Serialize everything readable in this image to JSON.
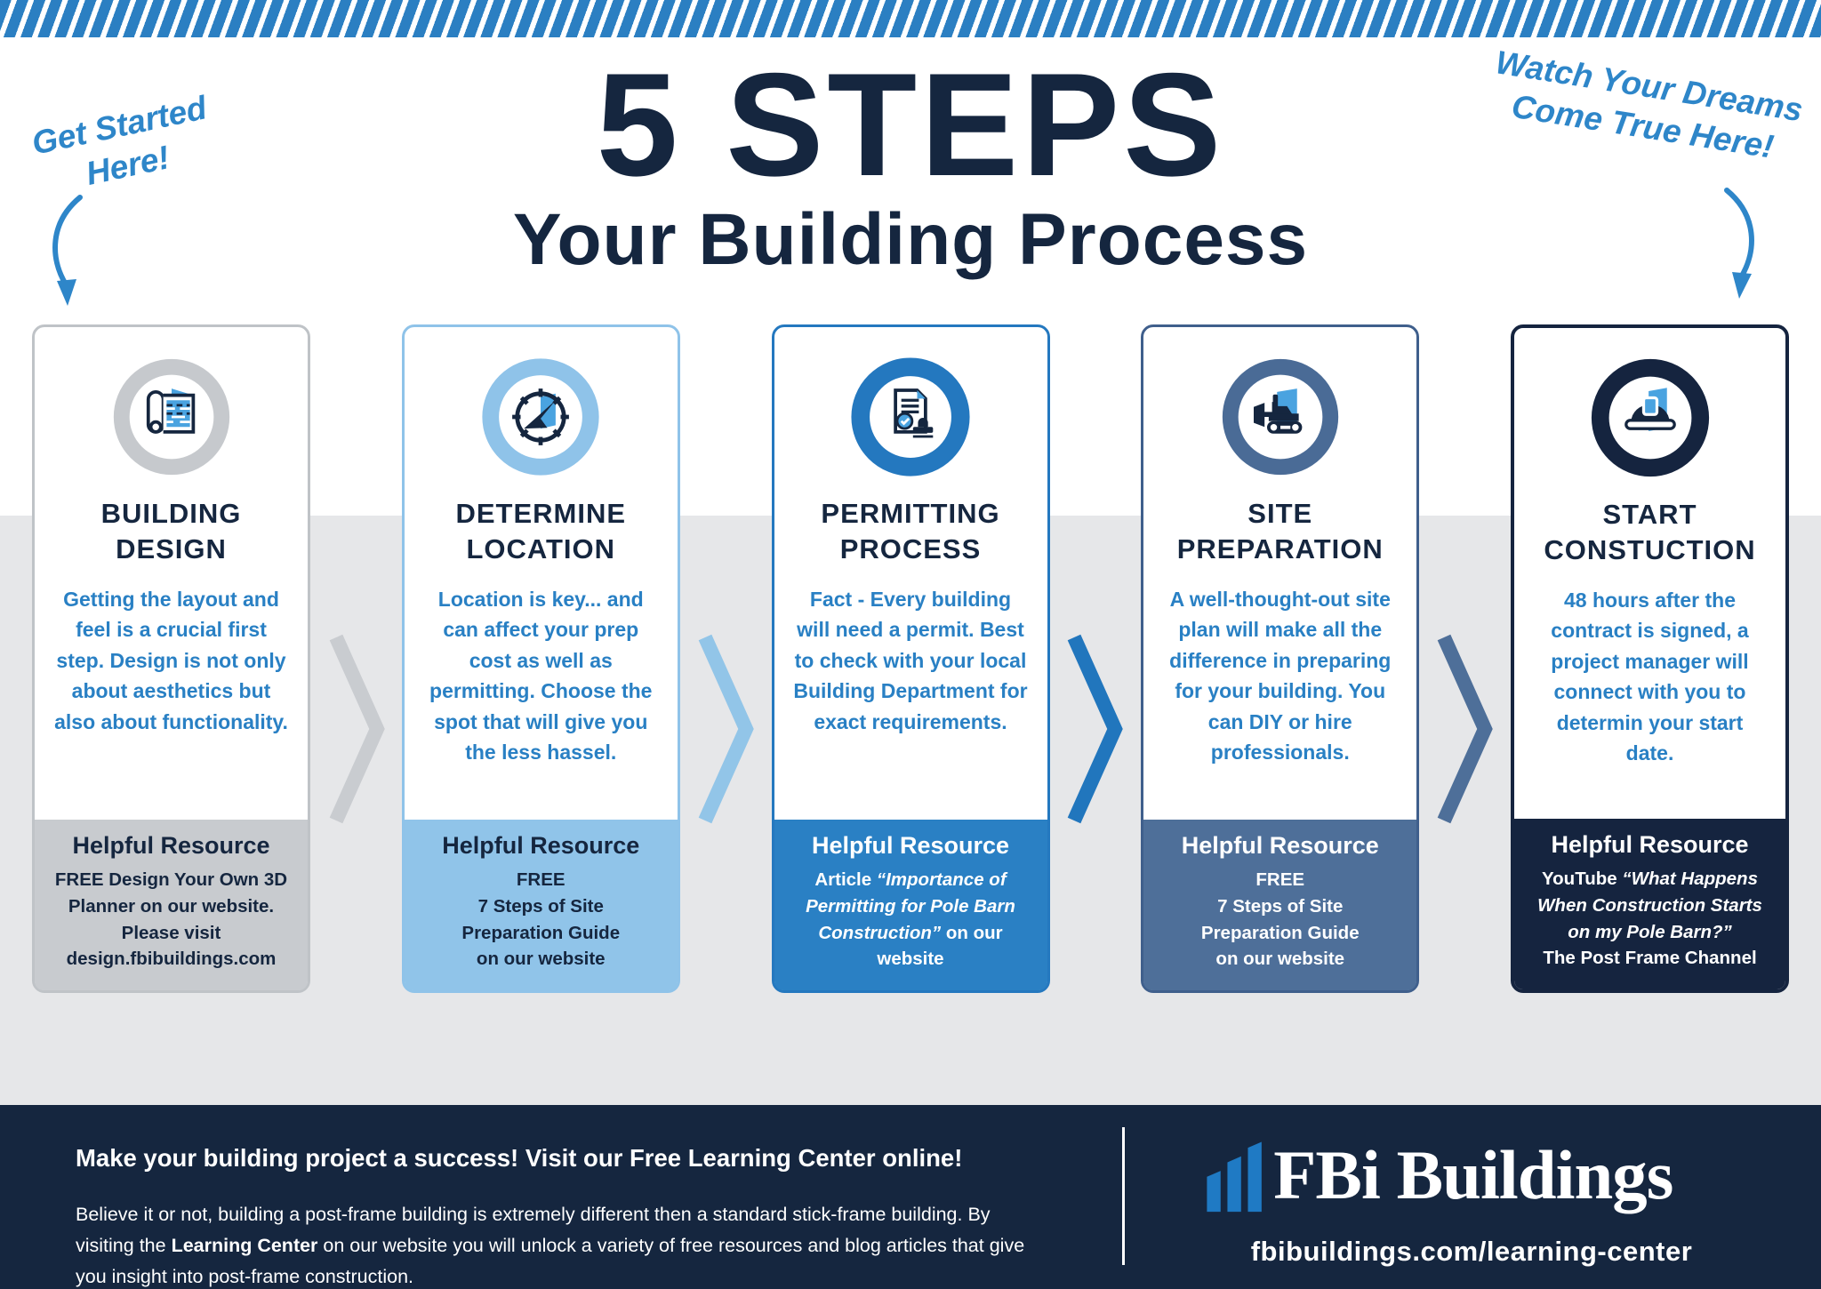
{
  "title": {
    "main": "5 STEPS",
    "subtitle": "Your Building Process"
  },
  "annotations": {
    "left": {
      "line1": "Get Started",
      "line2": "Here!"
    },
    "right": {
      "line1": "Watch Your Dreams",
      "line2": "Come True Here!"
    }
  },
  "colors": {
    "stripe_blue": "#2B7FC2",
    "navy": "#15263F",
    "body_text_blue": "#2980C4",
    "annotation_blue": "#2E86C9",
    "gray_band": "#E6E7E9",
    "icon_accent_blue": "#4AA3E0",
    "logo_bar_blue": "#1F7AC4"
  },
  "steps": [
    {
      "title": "BUILDING DESIGN",
      "body": "Getting the layout and feel is a crucial first step. Design is not only about aesthetics but also about functionality.",
      "resource_heading": "Helpful Resource",
      "resource_lines": [
        "FREE Design Your Own 3D",
        "Planner on our website.",
        "Please visit",
        "design.fbibuildings.com"
      ],
      "icon": "blueprint-icon",
      "colors": {
        "border": "#BFC3C7",
        "ring": "#C6C9CD",
        "footer_bg": "#C8CBCF",
        "footer_text": "#15263F"
      }
    },
    {
      "title": "DETERMINE LOCATION",
      "body": "Location is key... and can affect your prep cost as well as permitting. Choose the spot that will give you the less hassel.",
      "resource_heading": "Helpful Resource",
      "resource_lines": [
        "FREE",
        "7 Steps of Site",
        "Preparation Guide",
        "on our website"
      ],
      "icon": "compass-icon",
      "colors": {
        "border": "#8FC3E9",
        "ring": "#8FC3E9",
        "footer_bg": "#90C4E9",
        "footer_text": "#15263F"
      }
    },
    {
      "title": "PERMITTING PROCESS",
      "body": "Fact - Every building will need a permit. Best to check with your local Building Department for exact requirements.",
      "resource_heading": "Helpful Resource",
      "resource_parts": {
        "label": "Article",
        "quote": " “Importance of Permitting for Pole Barn Construction” ",
        "rest": "on our website"
      },
      "icon": "permit-stamp-icon",
      "colors": {
        "border": "#2478BF",
        "ring": "#2478BF",
        "footer_bg": "#2A80C4",
        "footer_text": "#FFFFFF"
      }
    },
    {
      "title": "SITE PREPARATION",
      "body": "A well-thought-out site plan will make all the difference in preparing for your building. You can DIY or hire professionals.",
      "resource_heading": "Helpful Resource",
      "resource_lines": [
        "FREE",
        "7 Steps of Site",
        "Preparation Guide",
        "on our website"
      ],
      "icon": "bulldozer-icon",
      "colors": {
        "border": "#3F5F8C",
        "ring": "#4A6B96",
        "footer_bg": "#4E6F99",
        "footer_text": "#FFFFFF"
      }
    },
    {
      "title": "START CONSTUCTION",
      "body": "48 hours after the contract is signed, a project manager will connect with you to determin your start date.",
      "resource_heading": "Helpful Resource",
      "resource_parts": {
        "label": "YouTube",
        "quote": " “What Happens When Construction Starts on my Pole Barn?” ",
        "channel": "The Post Frame Channel"
      },
      "icon": "hard-hat-icon",
      "colors": {
        "border": "#15243F",
        "ring": "#15243F",
        "footer_bg": "#15243F",
        "footer_text": "#FFFFFF"
      }
    }
  ],
  "chevron_colors": [
    "#C9CCD0",
    "#92C5E8",
    "#2176BD",
    "#4E6F99"
  ],
  "footer": {
    "heading": "Make your building project a success! Visit our Free Learning Center online!",
    "body_before": "Believe it or not, building a post-frame building is extremely different then a standard stick-frame building. By visiting the ",
    "body_bold": "Learning Center",
    "body_after": " on our website you will unlock a variety of free resources and blog articles that give you insight into post-frame construction.",
    "brand": "FBi Buildings",
    "url": "fbibuildings.com/learning-center"
  }
}
